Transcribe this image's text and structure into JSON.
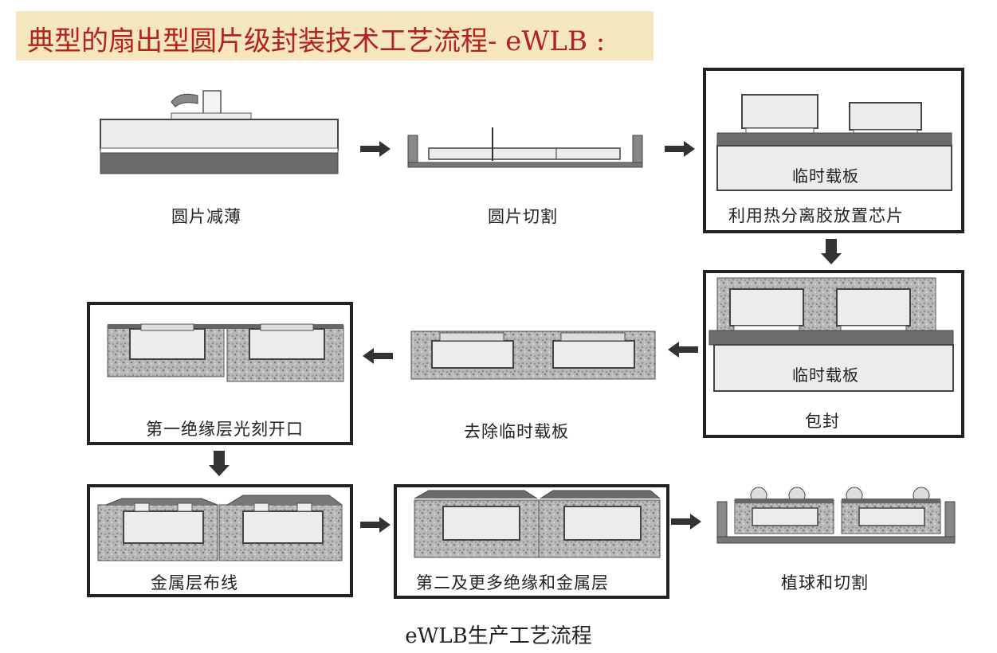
{
  "title": "典型的扇出型圆片级封装技术工艺流程- eWLB :",
  "steps": {
    "wafer_thinning": "圆片减薄",
    "wafer_dicing": "圆片切割",
    "chip_placement": "利用热分离胶放置芯片",
    "encapsulation": "包封",
    "carrier_removal": "去除临时载板",
    "first_dielectric": "第一绝缘层光刻开口",
    "metal_routing": "金属层布线",
    "more_layers": "第二及更多绝缘和金属层",
    "ball_dicing": "植球和切割"
  },
  "carrier_label": "临时载板",
  "caption": "eWLB生产工艺流程",
  "colors": {
    "title_red": "#b2231d",
    "banner": "#f5e6c0",
    "granite": "#b7b7b7",
    "dark_layer": "#555555",
    "chip_fill": "#ececec"
  }
}
